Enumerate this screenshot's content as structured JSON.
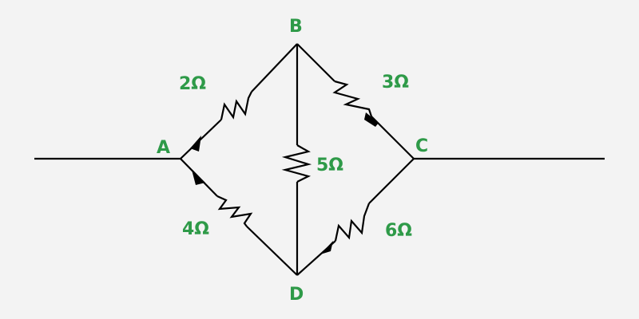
{
  "colors": {
    "background": "#f3f3f3",
    "wire": "#000000",
    "label": "#2e9a48"
  },
  "nodes": {
    "A": "A",
    "B": "B",
    "C": "C",
    "D": "D"
  },
  "resistors": {
    "AB": "2Ω",
    "BC": "3Ω",
    "BD": "5Ω",
    "AD": "4Ω",
    "DC": "6Ω"
  }
}
